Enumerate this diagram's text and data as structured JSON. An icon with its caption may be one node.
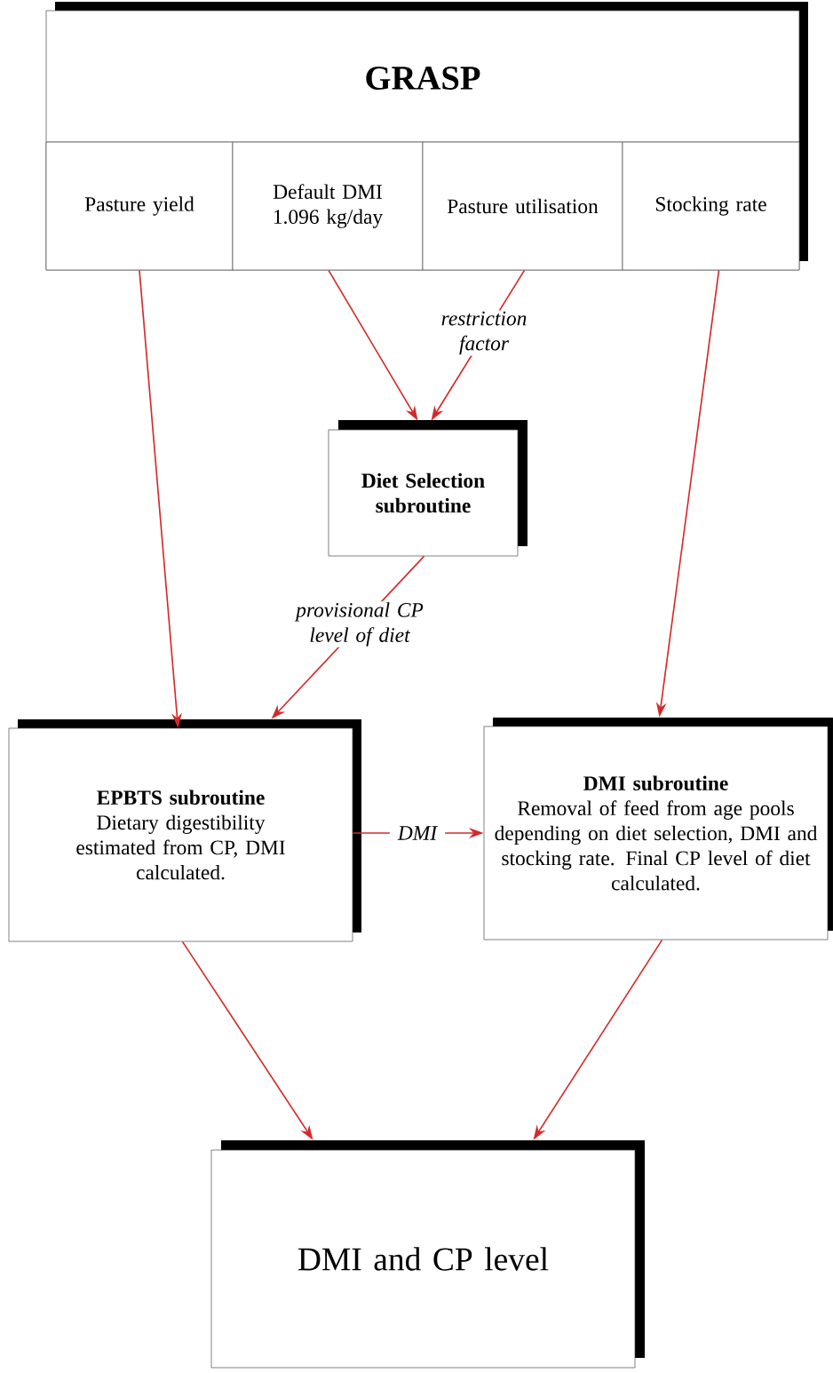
{
  "diagram": {
    "nodes": [
      {
        "text": [
          "GRASP"
        ]
      },
      {
        "text": [
          "Pasture yield"
        ],
        "in": 0
      },
      {
        "text": [
          "Default DMI",
          "1.096 kg/day"
        ],
        "in": 0
      },
      {
        "text": [
          "Pasture utilisation"
        ],
        "in": 0
      },
      {
        "text": [
          "Stocking rate"
        ],
        "in": 0
      },
      {
        "text": [
          "Diet Selection subroutine"
        ]
      },
      {
        "text": [
          "EPBTS subroutine",
          "Dietary digestibility estimated from CP, DMI calculated."
        ]
      },
      {
        "text": [
          "DMI subroutine",
          "Removal of feed from age pools depending on diet selection, DMI and stocking rate.  Final CP level of diet calculated."
        ]
      },
      {
        "text": [
          "DMI and CP level"
        ]
      }
    ],
    "edges": [
      {
        "from": 1,
        "to": 6,
        "arrow": "to"
      },
      {
        "from": 2,
        "to": 5,
        "arrow": "to"
      },
      {
        "from": 3,
        "to": 5,
        "arrow": "to",
        "label": "restriction factor"
      },
      {
        "from": 4,
        "to": 7,
        "arrow": "to"
      },
      {
        "from": 5,
        "to": 6,
        "arrow": "to",
        "label": "provisional CP level of diet"
      },
      {
        "from": 6,
        "to": 7,
        "arrow": "to",
        "label": "DMI"
      },
      {
        "from": 6,
        "to": 8,
        "arrow": "to"
      },
      {
        "from": 7,
        "to": 8,
        "arrow": "to"
      }
    ]
  }
}
